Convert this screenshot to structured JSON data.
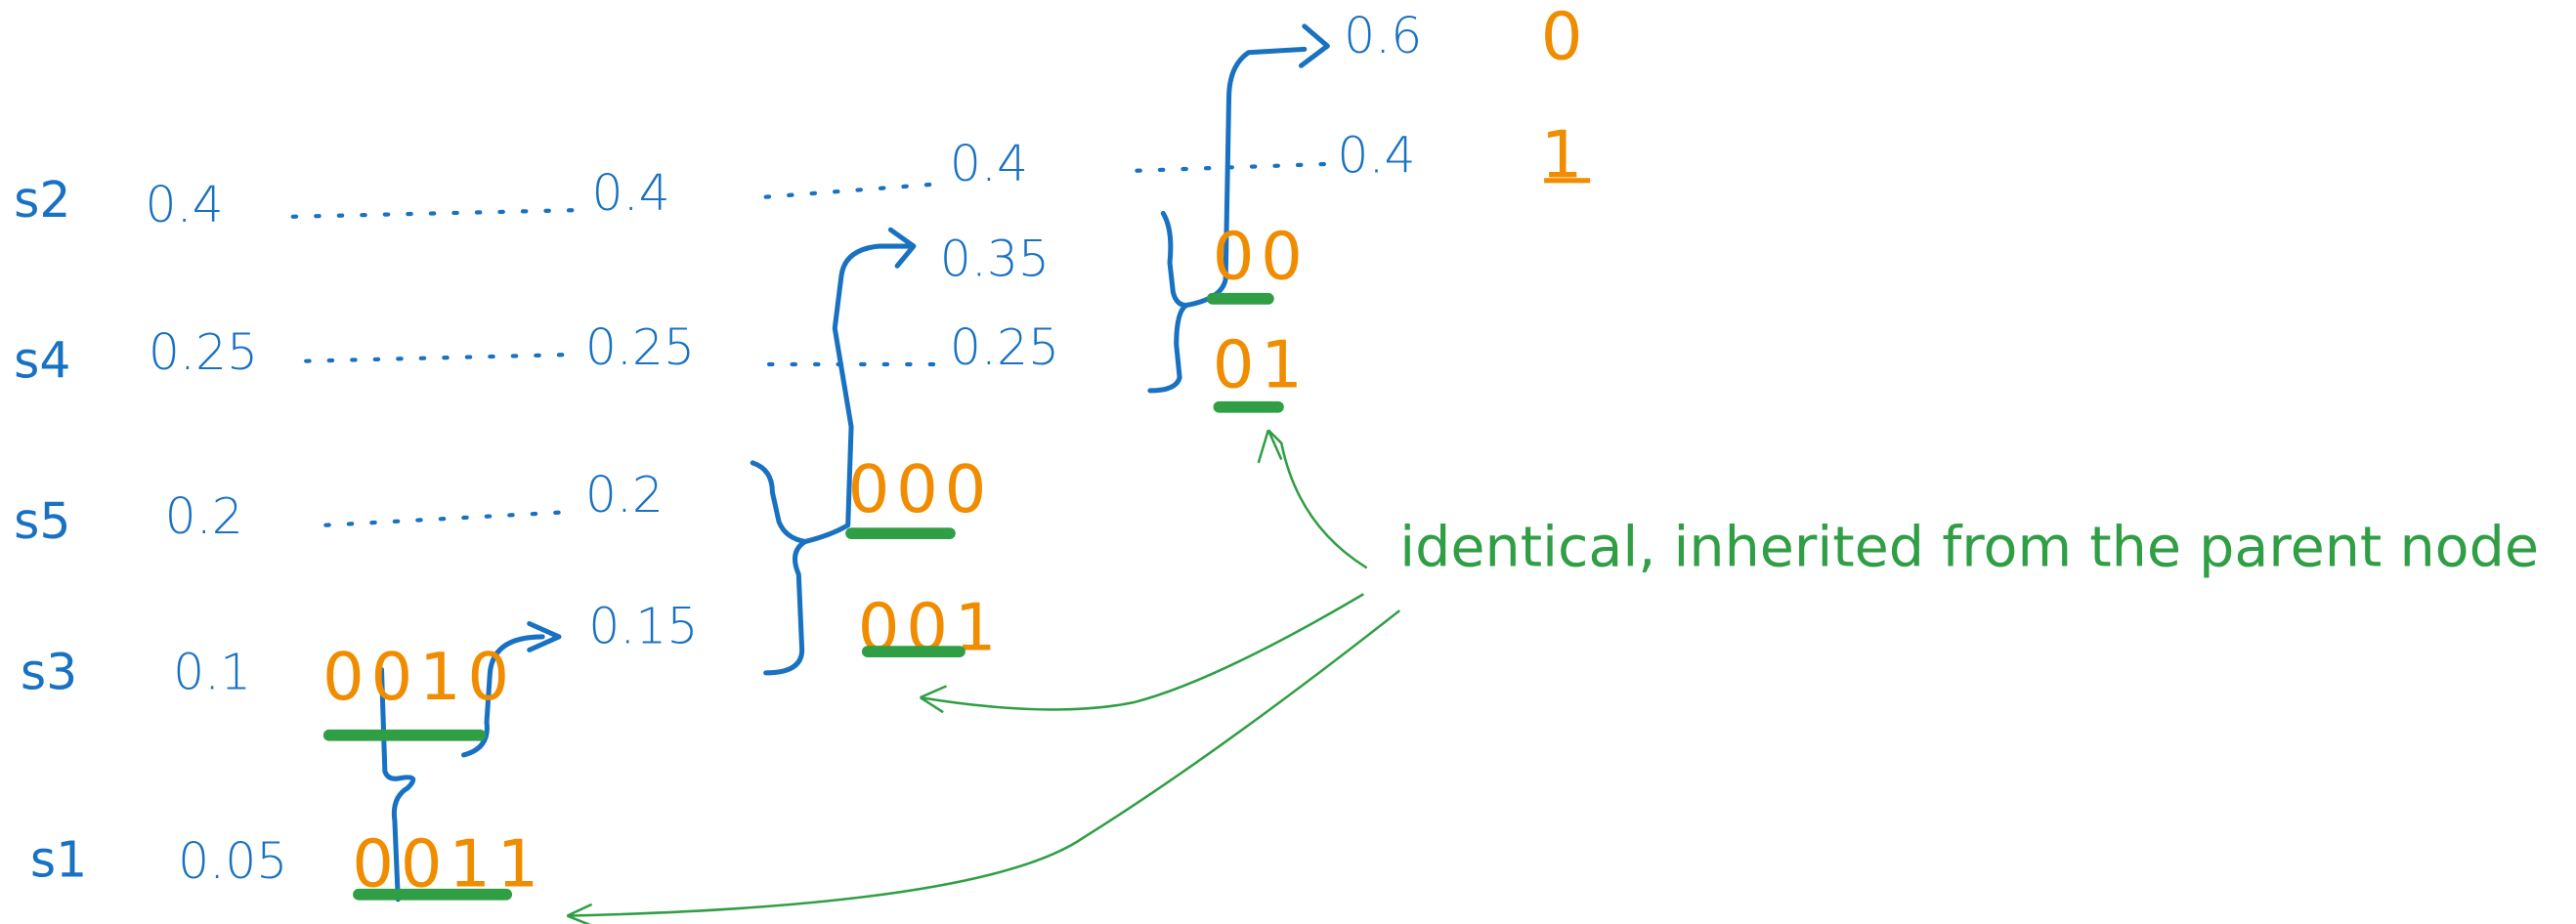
{
  "symbols": [
    {
      "label": "s2",
      "p1": "0.4",
      "p2": "0.4",
      "p3": "0.4",
      "p4": "0.4",
      "code": "1"
    },
    {
      "label": "s4",
      "p1": "0.25",
      "p2": "0.25",
      "p3": "0.25",
      "code": "01"
    },
    {
      "label": "s5",
      "p1": "0.2",
      "p2": "0.2",
      "code": "000"
    },
    {
      "label": "s3",
      "p1": "0.1",
      "code": "0010"
    },
    {
      "label": "s1",
      "p1": "0.05",
      "code": "0011"
    }
  ],
  "merged": {
    "p015": "0.15",
    "p035": "0.35",
    "p06": "0.6"
  },
  "parent_codes": {
    "c0": "0",
    "c00": "00",
    "c001": "001"
  },
  "annotation": "identical, inherited from the parent node",
  "colors": {
    "probability": "#1971c2",
    "code": "#f08c00",
    "annotation": "#2f9e44"
  }
}
